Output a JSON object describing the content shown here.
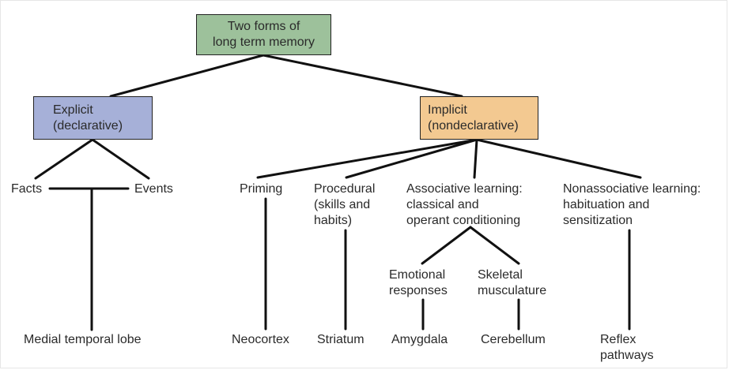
{
  "colors": {
    "root_fill": "#9dc19b",
    "explicit_fill": "#a6b0d8",
    "implicit_fill": "#f3c991",
    "line": "#111111"
  },
  "root": {
    "line1": "Two forms of",
    "line2": "long term memory"
  },
  "explicit": {
    "line1": "Explicit",
    "line2": "(declarative)"
  },
  "implicit": {
    "line1": "Implicit",
    "line2": "(nondeclarative)"
  },
  "explicit_children": {
    "facts": "Facts",
    "events": "Events"
  },
  "explicit_region": "Medial temporal lobe",
  "implicit_children": {
    "priming": "Priming",
    "procedural": {
      "line1": "Procedural",
      "line2": "(skills and",
      "line3": "habits)"
    },
    "associative": {
      "line1": "Associative learning:",
      "line2": "classical and",
      "line3": "operant conditioning"
    },
    "nonassociative": {
      "line1": "Nonassociative learning:",
      "line2": "habituation and",
      "line3": "sensitization"
    }
  },
  "associative_children": {
    "emotional": {
      "line1": "Emotional",
      "line2": "responses"
    },
    "skeletal": {
      "line1": "Skeletal",
      "line2": "musculature"
    }
  },
  "regions": {
    "neocortex": "Neocortex",
    "striatum": "Striatum",
    "amygdala": "Amygdala",
    "cerebellum": "Cerebellum",
    "reflex": {
      "line1": "Reflex",
      "line2": "pathways"
    }
  }
}
